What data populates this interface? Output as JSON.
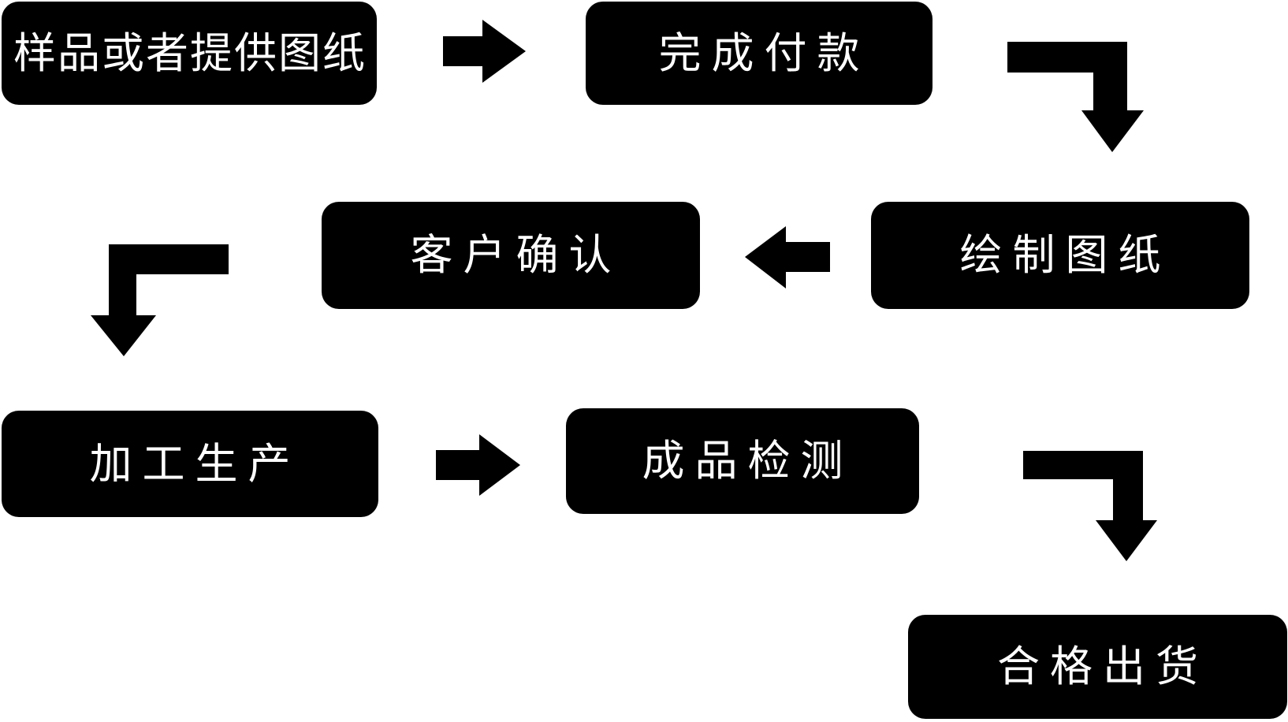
{
  "diagram": {
    "type": "flowchart",
    "colors": {
      "background": "#ffffff",
      "node_fill": "#000000",
      "node_text": "#ffffff",
      "arrow_fill": "#000000"
    },
    "nodes": [
      {
        "id": "step-1",
        "label": "样品或者提供图纸"
      },
      {
        "id": "step-2",
        "label": "完成付款"
      },
      {
        "id": "step-3",
        "label": "绘制图纸"
      },
      {
        "id": "step-4",
        "label": "客户确认"
      },
      {
        "id": "step-5",
        "label": "加工生产"
      },
      {
        "id": "step-6",
        "label": "成品检测"
      },
      {
        "id": "step-7",
        "label": "合格出货"
      }
    ],
    "arrows": [
      {
        "from": "样品或者提供图纸",
        "to": "完成付款",
        "shape": "straight",
        "direction": "right"
      },
      {
        "from": "完成付款",
        "to": "绘制图纸",
        "shape": "elbow",
        "direction": "right-then-down"
      },
      {
        "from": "绘制图纸",
        "to": "客户确认",
        "shape": "straight",
        "direction": "left"
      },
      {
        "from": "客户确认",
        "to": "加工生产",
        "shape": "elbow",
        "direction": "left-then-down"
      },
      {
        "from": "加工生产",
        "to": "成品检测",
        "shape": "straight",
        "direction": "right"
      },
      {
        "from": "成品检测",
        "to": "合格出货",
        "shape": "elbow",
        "direction": "right-then-down"
      }
    ]
  }
}
